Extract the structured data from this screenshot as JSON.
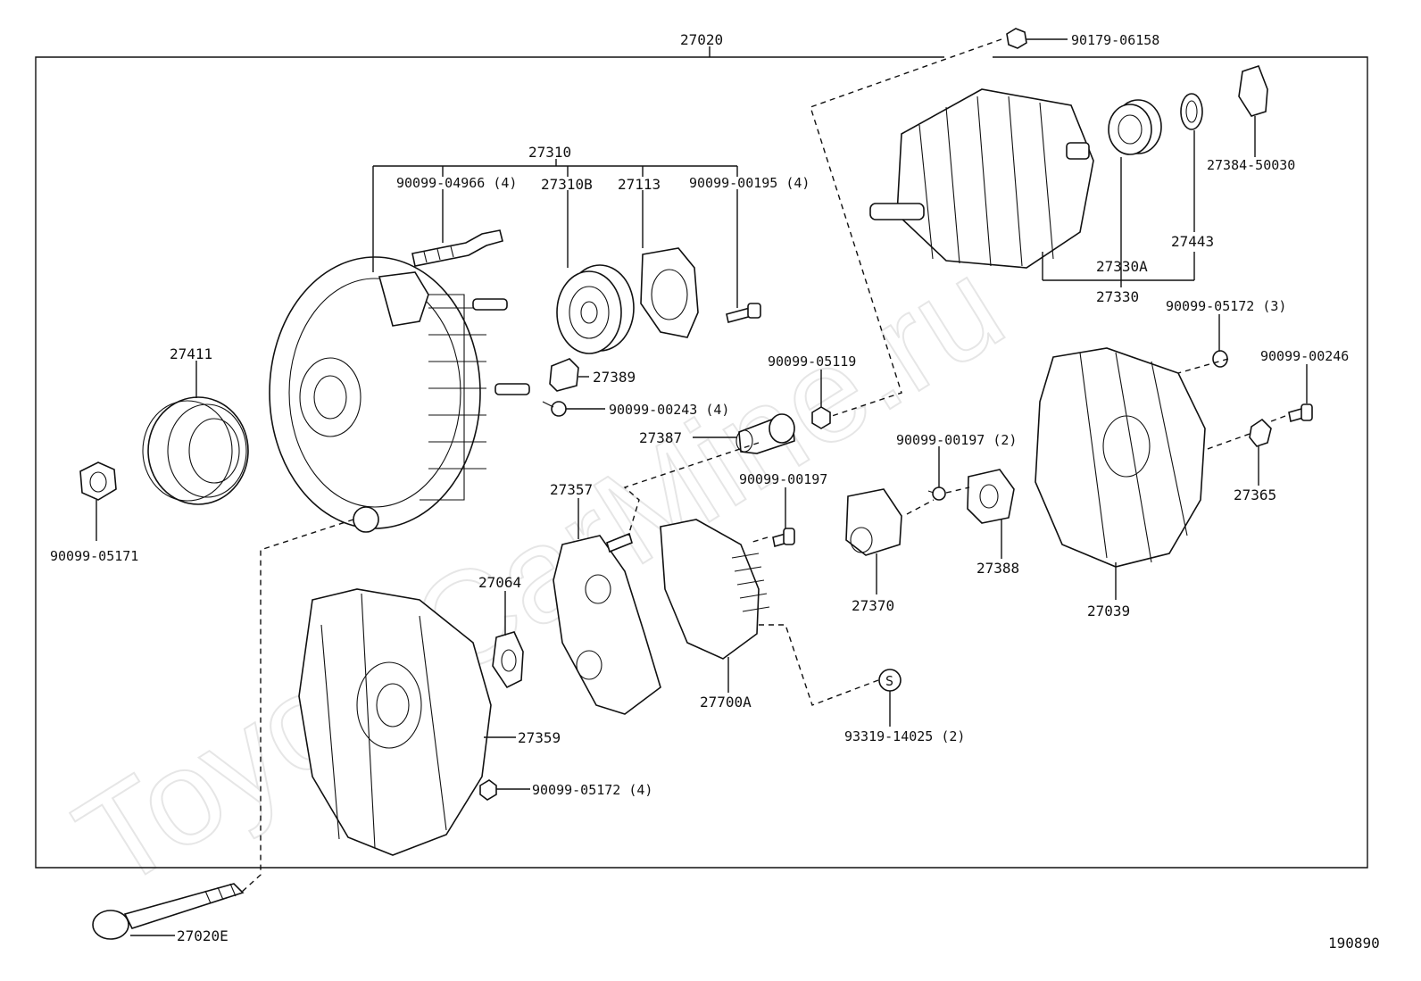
{
  "watermark": "ToyotaCarMine.ru",
  "figure_number": "190890",
  "labels": {
    "assy_main": "27020",
    "rear_frame_sub": "27310",
    "p_90099_04966": "90099-04966 (4)",
    "p_27310B": "27310B",
    "p_27113": "27113",
    "p_90099_00195": "90099-00195 (4)",
    "p_27389": "27389",
    "p_90099_00243": "90099-00243 (4)",
    "p_27411": "27411",
    "p_90099_05171": "90099-05171",
    "p_90179_06158": "90179-06158",
    "p_27384_50030": "27384-50030",
    "p_27443": "27443",
    "p_27330A": "27330A",
    "p_27330": "27330",
    "p_90099_05172_3": "90099-05172 (3)",
    "p_90099_00246": "90099-00246",
    "p_90099_05119": "90099-05119",
    "p_27387": "27387",
    "p_90099_00197_2": "90099-00197 (2)",
    "p_90099_00197": "90099-00197",
    "p_27357": "27357",
    "p_27365": "27365",
    "p_27370": "27370",
    "p_27388": "27388",
    "p_27039": "27039",
    "p_27064": "27064",
    "p_27700A": "27700A",
    "p_93319_14025": "93319-14025 (2)",
    "p_27359": "27359",
    "p_90099_05172_4": "90099-05172 (4)",
    "p_27020E": "27020E",
    "s_mark": "S"
  }
}
